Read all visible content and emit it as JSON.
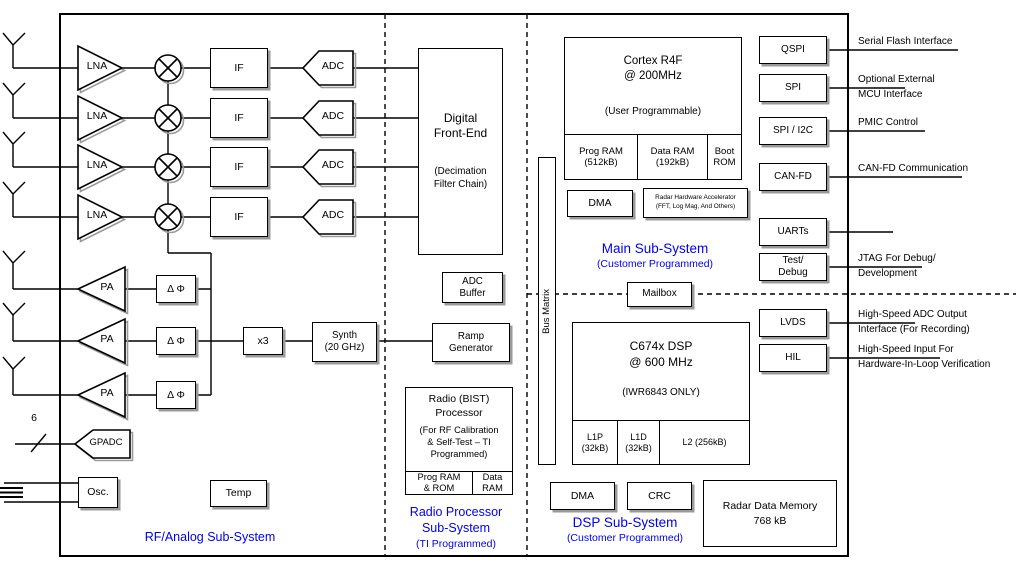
{
  "rx_chain": {
    "lna": "LNA",
    "if_stage": "IF",
    "adc": "ADC"
  },
  "tx_chain": {
    "pa": "PA",
    "phase_shifter": "Δ Φ"
  },
  "lo_chain": {
    "multiplier": "x3",
    "synth": "Synth\n(20 GHz)",
    "ramp_generator": "Ramp\nGenerator"
  },
  "rf_blocks": {
    "gpadc": "GPADC",
    "gpadc_wire_count": "6",
    "osc": "Osc.",
    "temp": "Temp"
  },
  "rf_subsystem_label": "RF/Analog Sub-System",
  "dfe": {
    "title": "Digital\nFront-End",
    "subtitle": "(Decimation\nFilter Chain)",
    "adc_buffer": "ADC\nBuffer"
  },
  "radio_subsystem": {
    "processor_title": "Radio (BIST)\nProcessor",
    "processor_note": "(For RF Calibration\n& Self-Test – TI\nProgrammed)",
    "prog_ram": "Prog RAM\n& ROM",
    "data_ram": "Data\nRAM",
    "label": "Radio Processor\nSub-System",
    "tag": "(TI Programmed)"
  },
  "bus_matrix": "Bus Matrix",
  "main_subsystem": {
    "cortex_title": "Cortex R4F\n@ 200MHz",
    "cortex_note": "(User Programmable)",
    "prog_ram": "Prog RAM\n(512kB)",
    "data_ram": "Data RAM\n(192kB)",
    "boot_rom": "Boot\nROM",
    "dma": "DMA",
    "accelerator": "Radar Hardware Accelerator\n(FFT, Log Mag, And Others)",
    "mailbox": "Mailbox",
    "label": "Main Sub-System",
    "tag": "(Customer Programmed)"
  },
  "dsp_subsystem": {
    "dsp_title": "C674x DSP\n@ 600 MHz",
    "dsp_note": "(IWR6843 ONLY)",
    "l1p": "L1P\n(32kB)",
    "l1d": "L1D\n(32kB)",
    "l2": "L2 (256kB)",
    "dma": "DMA",
    "crc": "CRC",
    "radar_memory": "Radar Data Memory\n768 kB",
    "label": "DSP Sub-System",
    "tag": "(Customer Programmed)"
  },
  "peripherals": [
    {
      "box": "QSPI",
      "label1": "Serial Flash Interface",
      "label2": ""
    },
    {
      "box": "SPI",
      "label1": "Optional External",
      "label2": "MCU Interface"
    },
    {
      "box": "SPI / I2C",
      "label1": "PMIC Control",
      "label2": ""
    },
    {
      "box": "CAN-FD",
      "label1": "CAN-FD Communication",
      "label2": ""
    },
    {
      "box": "UARTs",
      "label1": "",
      "label2": ""
    },
    {
      "box": "Test/\nDebug",
      "label1": "JTAG For Debug/",
      "label2": "Development"
    },
    {
      "box": "LVDS",
      "label1": "High-Speed ADC Output",
      "label2": "Interface (For Recording)"
    },
    {
      "box": "HIL",
      "label1": "High-Speed Input For",
      "label2": "Hardware-In-Loop Verification"
    }
  ],
  "colors": {
    "subsystem_label": "#0000ee",
    "line": "#000000",
    "shadow": "#9a9a9a"
  }
}
